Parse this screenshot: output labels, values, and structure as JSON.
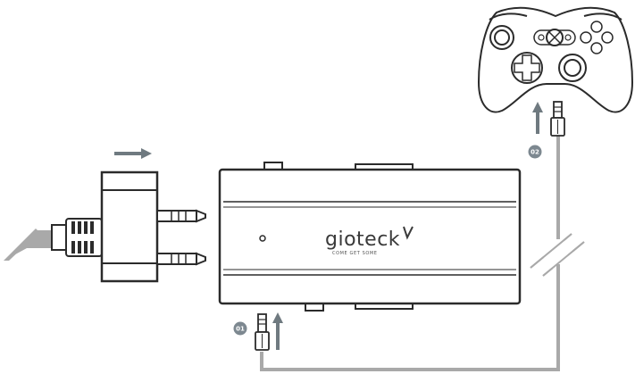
{
  "device": {
    "brand": "gioteck",
    "tagline": "COME GET SOME"
  },
  "steps": [
    {
      "id": "step-1",
      "label": "01"
    },
    {
      "id": "step-2",
      "label": "02"
    }
  ],
  "colors": {
    "outline": "#2b2b2b",
    "cable": "#a9a9a9",
    "arrow": "#6f7a80",
    "badge": "#7d8890"
  },
  "icons": [
    "controller-icon",
    "audio-jack-icon",
    "headset-adapter-icon",
    "arrow-icon",
    "cable-break-icon"
  ]
}
